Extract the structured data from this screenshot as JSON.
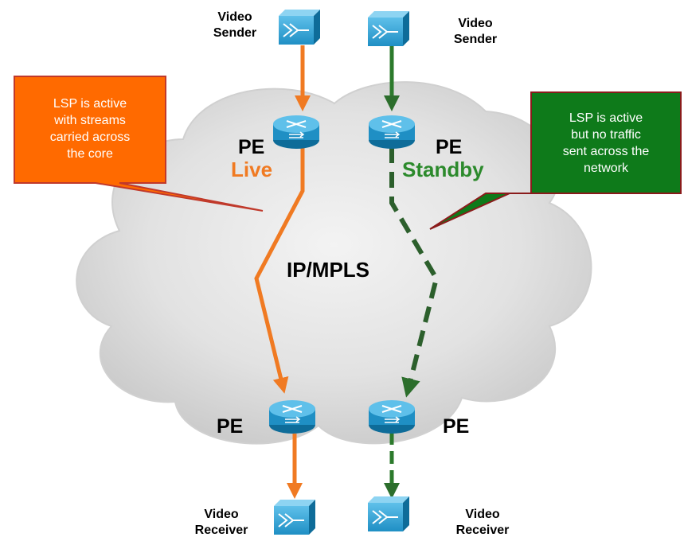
{
  "cloud": {
    "label": "IP/MPLS"
  },
  "senders": [
    {
      "line1": "Video",
      "line2": "Sender"
    },
    {
      "line1": "Video",
      "line2": "Sender"
    }
  ],
  "receivers": [
    {
      "line1": "Video",
      "line2": "Receiver"
    },
    {
      "line1": "Video",
      "line2": "Receiver"
    }
  ],
  "pe_labels": {
    "top_left": "PE",
    "top_right": "PE",
    "bottom_left": "PE",
    "bottom_right": "PE"
  },
  "paths": {
    "live": "Live",
    "standby": "Standby"
  },
  "callouts": {
    "live": {
      "line1": "LSP is active",
      "line2": "with  streams",
      "line3": "carried across",
      "line4": "the core"
    },
    "standby": {
      "line1": "LSP is active",
      "line2": "but no traffic",
      "line3": "sent across the",
      "line4": "network"
    }
  },
  "colors": {
    "live": "#f07a22",
    "standby": "#2c8a2c",
    "device": "#1f8fc4",
    "callout_live": "#ff6a00",
    "callout_standby": "#0e7a1a"
  },
  "icons": {
    "sender": "video-switch-icon",
    "router": "router-icon"
  }
}
